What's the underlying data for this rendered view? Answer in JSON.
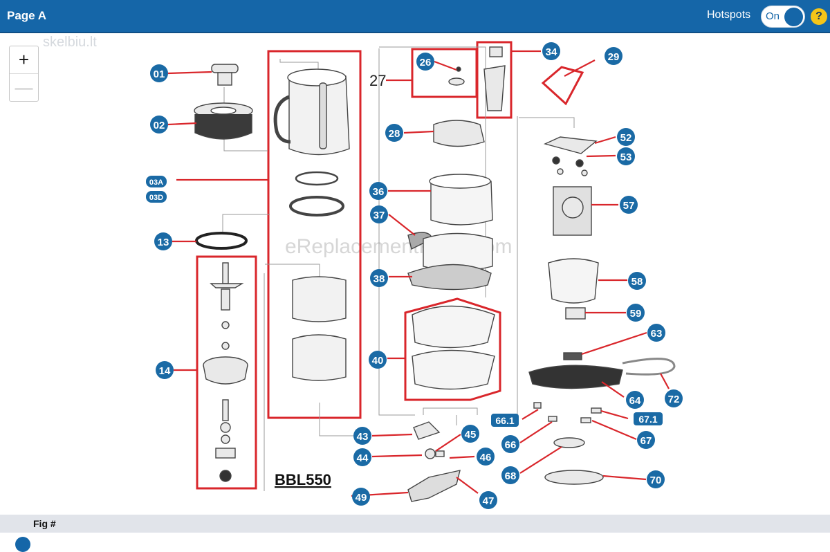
{
  "header": {
    "title": "Page A",
    "hotspots_label": "Hotspots",
    "toggle_state": "On",
    "help_glyph": "?"
  },
  "zoom": {
    "in_glyph": "+",
    "out_glyph": "—"
  },
  "diagram": {
    "model": "BBL550",
    "watermark": "eReplacementParts.com",
    "watermark_corner": "skelbiu.lt",
    "plain_label": "27",
    "callouts": [
      "01",
      "02",
      "03A",
      "03D",
      "13",
      "14",
      "26",
      "28",
      "29",
      "34",
      "36",
      "37",
      "38",
      "40",
      "43",
      "44",
      "45",
      "46",
      "47",
      "49",
      "52",
      "53",
      "57",
      "58",
      "59",
      "63",
      "64",
      "66",
      "66.1",
      "67",
      "67.1",
      "68",
      "70",
      "72"
    ]
  },
  "footer": {
    "fig_label": "Fig #"
  },
  "colors": {
    "header_bg": "#1566a8",
    "callout": "#1a6aa5",
    "outline": "#d9262b"
  }
}
